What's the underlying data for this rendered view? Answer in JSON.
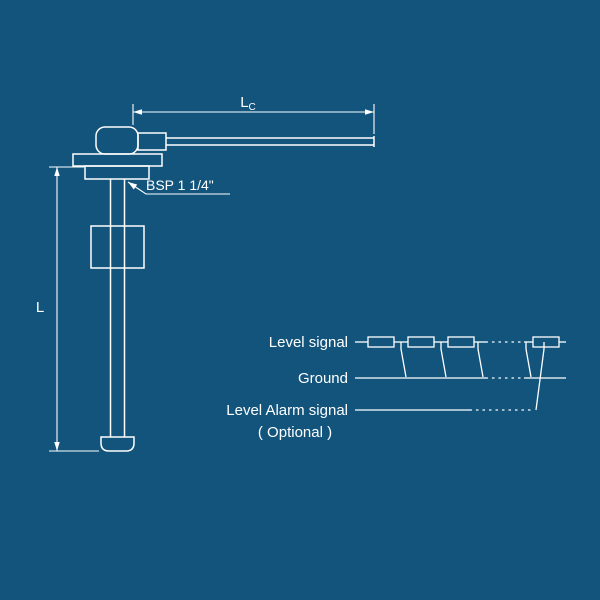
{
  "colors": {
    "background": "#12547C",
    "line": "#FFFFFF",
    "text": "#FFFFFF"
  },
  "probe": {
    "length_dim_label": "L",
    "cable_dim_main": "L",
    "cable_dim_sub": "C",
    "thread_label": "BSP 1 1/4\""
  },
  "schematic": {
    "level_signal": "Level signal",
    "ground": "Ground",
    "alarm_signal": "Level Alarm signal",
    "optional": "( Optional )"
  }
}
